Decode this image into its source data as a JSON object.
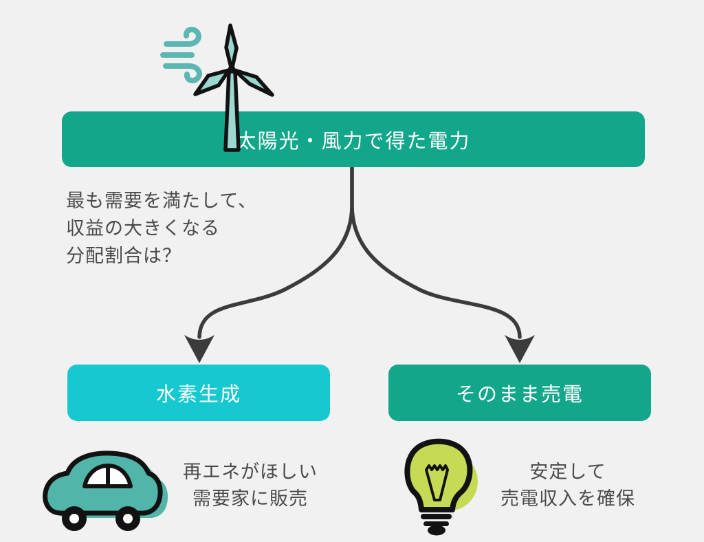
{
  "colors": {
    "background": "#f0f1f0",
    "green": "#12a78a",
    "cyan": "#16c9d1",
    "icon_teal": "#52b5aa",
    "turbine_accent": "#9ad8d0",
    "wind_teal": "#5cb6b2",
    "bulb_green": "#c6da55",
    "icon_outline": "#121212",
    "arrow": "#3b3b3b",
    "text_dark": "#4a4a4a",
    "box_text": "#ffffff"
  },
  "root": {
    "label": "太陽光・風力で得た電力"
  },
  "question": {
    "lines": [
      "最も需要を満たして、",
      "収益の大きくなる",
      "分配割合は？"
    ]
  },
  "branches": [
    {
      "label": "水素生成",
      "icon": "car-icon",
      "caption_lines": [
        "再エネがほしい",
        "需要家に販売"
      ]
    },
    {
      "label": "そのまま売電",
      "icon": "lightbulb-icon",
      "caption_lines": [
        "安定して",
        "売電収入を確保"
      ]
    }
  ]
}
